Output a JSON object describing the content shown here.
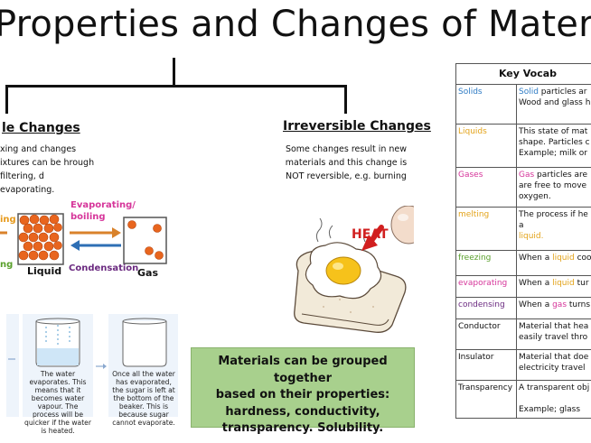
{
  "title": "Properties and Changes of Materi",
  "left": {
    "heading": "le Changes",
    "text": "xing and changes ixtures can be hrough filtering, d evaporating."
  },
  "right": {
    "heading": "Irreversible Changes",
    "text": "Some changes result in new materials and this change is NOT reversible, e.g. burning",
    "heat_label": "HEAT"
  },
  "diagram": {
    "evaporating": "Evaporating/",
    "boiling": "boiling",
    "condensation": "Condensation",
    "liquid": "Liquid",
    "gas": "Gas",
    "frag_orange": "ing",
    "frag_green": "ng"
  },
  "beakers": {
    "left_text": "The water evaporates. This means that it becomes water vapour. The process will be quicker if the water is heated.",
    "right_text": "Once all the water has evaporated, the sugar is left at the bottom of the beaker. This is because sugar cannot evaporate."
  },
  "green_box": {
    "line1": "Materials can be grouped together",
    "line2": "based on their properties:",
    "line3": "hardness, conductivity,",
    "line4": "transparency. Solubility."
  },
  "vocab": {
    "header": "Key Vocab",
    "rows": [
      {
        "term": "Solids",
        "term_color": "#2e7bc4",
        "def_lines": [
          [
            {
              "t": "Solid",
              "c": "#2e7bc4"
            },
            {
              "t": " particles ar",
              "c": "#111111"
            }
          ],
          [
            {
              "t": "Wood and glass h",
              "c": "#111111"
            }
          ]
        ]
      },
      {
        "term": "Liquids",
        "term_color": "#e3a31a",
        "def_lines": [
          [
            {
              "t": "This state of mat",
              "c": "#111111"
            }
          ],
          [
            {
              "t": "shape. Particles c",
              "c": "#111111"
            }
          ],
          [
            {
              "t": "Example; milk or ",
              "c": "#111111"
            }
          ]
        ]
      },
      {
        "term": "Gases",
        "term_color": "#d6359a",
        "def_lines": [
          [
            {
              "t": "Gas",
              "c": "#d6359a"
            },
            {
              "t": " particles are",
              "c": "#111111"
            }
          ],
          [
            {
              "t": "are free to move",
              "c": "#111111"
            }
          ],
          [
            {
              "t": "oxygen.",
              "c": "#111111"
            }
          ]
        ]
      },
      {
        "term": "melting",
        "term_color": "#e3a31a",
        "def_lines": [
          [
            {
              "t": "The process if he",
              "c": "#111111"
            }
          ],
          [
            {
              "t": "a",
              "c": "#111111"
            }
          ],
          [
            {
              "t": "liquid.",
              "c": "#e3a31a"
            }
          ]
        ]
      },
      {
        "term": "freezing",
        "term_color": "#5aa02c",
        "def_lines": [
          [
            {
              "t": "When a ",
              "c": "#111111"
            },
            {
              "t": "liquid",
              "c": "#e3a31a"
            },
            {
              "t": " coo",
              "c": "#111111"
            }
          ]
        ]
      },
      {
        "term": "evaporating",
        "term_color": "#d6359a",
        "def_lines": [
          [
            {
              "t": "When a ",
              "c": "#111111"
            },
            {
              "t": "liquid",
              "c": "#e3a31a"
            },
            {
              "t": " tur",
              "c": "#111111"
            }
          ]
        ]
      },
      {
        "term": "condensing",
        "term_color": "#6b2a80",
        "def_lines": [
          [
            {
              "t": "When a ",
              "c": "#111111"
            },
            {
              "t": "gas",
              "c": "#d6359a"
            },
            {
              "t": " turns",
              "c": "#111111"
            }
          ]
        ]
      },
      {
        "term": "Conductor",
        "term_color": "#111111",
        "def_lines": [
          [
            {
              "t": "Material that hea",
              "c": "#111111"
            }
          ],
          [
            {
              "t": "easily travel thro",
              "c": "#111111"
            }
          ]
        ]
      },
      {
        "term": "Insulator",
        "term_color": "#111111",
        "def_lines": [
          [
            {
              "t": "Material that doe",
              "c": "#111111"
            }
          ],
          [
            {
              "t": "electricity travel",
              "c": "#111111"
            }
          ]
        ]
      },
      {
        "term": "Transparency",
        "term_color": "#111111",
        "def_lines": [
          [
            {
              "t": "A transparent obj",
              "c": "#111111"
            }
          ],
          [
            {
              "t": "",
              "c": "#111111"
            }
          ],
          [
            {
              "t": "Example; glass",
              "c": "#111111"
            }
          ]
        ]
      }
    ]
  },
  "colors": {
    "evaporating_arrow": "#d9822b",
    "condensation_arrow": "#2e6fb5",
    "green_box": "#a8d08d",
    "heat_arrow": "#d11f1f"
  }
}
